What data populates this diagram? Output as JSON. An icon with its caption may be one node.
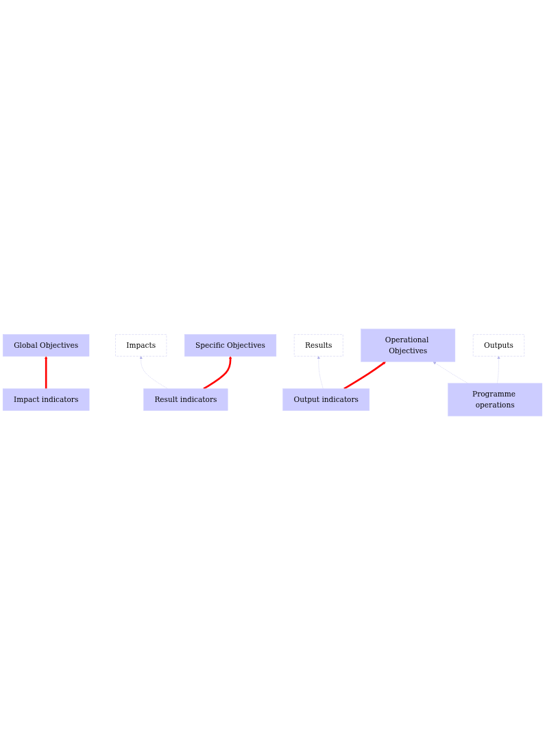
{
  "diagram": {
    "nodes": [
      {
        "text": [
          "Impact indicators"
        ]
      },
      {
        "text": [
          "Global Objectives"
        ]
      },
      {
        "text": [
          "Impacts"
        ]
      },
      {
        "text": [
          "Result indicators"
        ]
      },
      {
        "text": [
          "Specific Objectives"
        ]
      },
      {
        "text": [
          "Results"
        ]
      },
      {
        "text": [
          "Output indicators"
        ]
      },
      {
        "text": [
          "Operational Objectives"
        ]
      },
      {
        "text": [
          "Outputs"
        ]
      },
      {
        "text": [
          "Programme operations"
        ]
      }
    ],
    "edges": [
      {
        "from": 0,
        "to": 1,
        "arrow": "to",
        "style": "thick",
        "color": "#ff0000"
      },
      {
        "from": 3,
        "to": 2,
        "arrow": "to",
        "style": "dashed"
      },
      {
        "from": 3,
        "to": 4,
        "arrow": "to",
        "style": "thick",
        "color": "#ff0000"
      },
      {
        "from": 6,
        "to": 5,
        "arrow": "to",
        "style": "dashed"
      },
      {
        "from": 6,
        "to": 7,
        "arrow": "to",
        "style": "thick",
        "color": "#ff0000"
      },
      {
        "from": 9,
        "to": 8,
        "arrow": "to",
        "style": "dashed"
      },
      {
        "from": 9,
        "to": 7,
        "arrow": "to",
        "style": "dashed"
      }
    ]
  }
}
